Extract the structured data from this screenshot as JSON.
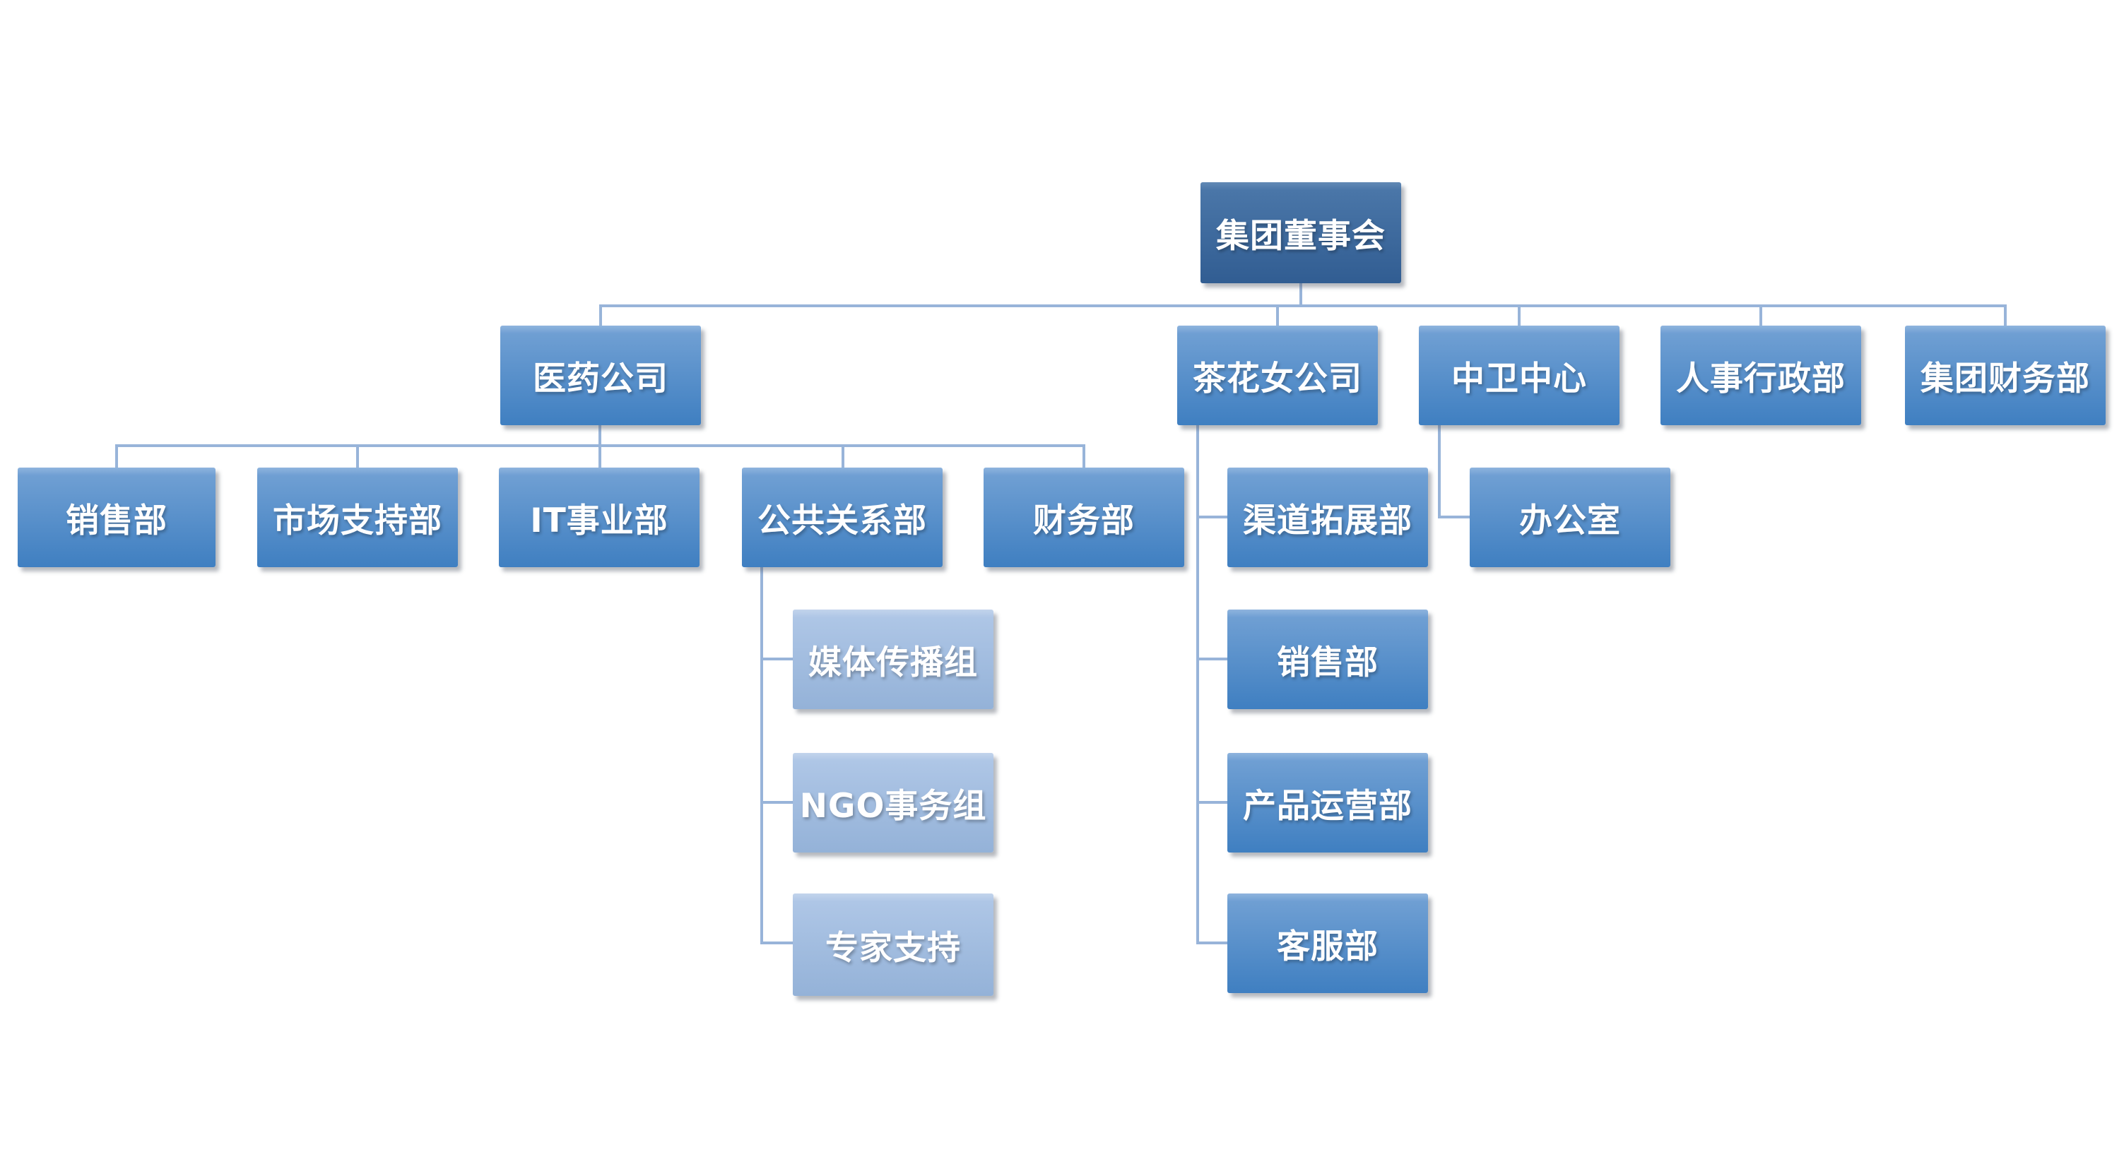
{
  "diagram": {
    "type": "org-chart",
    "background": "#ffffff",
    "connector_color": "#98b4d9",
    "text_color": "#ffffff",
    "styles": {
      "dark": {
        "edge": "#6189b5",
        "top": "#4a76a8",
        "bottom": "#315d92"
      },
      "mid": {
        "edge": "#8fb4de",
        "top": "#6f9fd3",
        "bottom": "#3f7fc1"
      },
      "light": {
        "edge": "#c3d4ec",
        "top": "#aec6e6",
        "bottom": "#94b2d8"
      }
    },
    "nodes": [
      {
        "label": "集团董事会",
        "level": 1,
        "parent": null,
        "style": "dark"
      },
      {
        "label": "医药公司",
        "level": 2,
        "parent": "集团董事会",
        "style": "mid"
      },
      {
        "label": "茶花女公司",
        "level": 2,
        "parent": "集团董事会",
        "style": "mid"
      },
      {
        "label": "中卫中心",
        "level": 2,
        "parent": "集团董事会",
        "style": "mid"
      },
      {
        "label": "人事行政部",
        "level": 2,
        "parent": "集团董事会",
        "style": "mid"
      },
      {
        "label": "集团财务部",
        "level": 2,
        "parent": "集团董事会",
        "style": "mid"
      },
      {
        "label": "销售部",
        "level": 3,
        "parent": "医药公司",
        "style": "mid"
      },
      {
        "label": "市场支持部",
        "level": 3,
        "parent": "医药公司",
        "style": "mid"
      },
      {
        "label": "IT事业部",
        "level": 3,
        "parent": "医药公司",
        "style": "mid"
      },
      {
        "label": "公共关系部",
        "level": 3,
        "parent": "医药公司",
        "style": "mid"
      },
      {
        "label": "财务部",
        "level": 3,
        "parent": "医药公司",
        "style": "mid"
      },
      {
        "label": "媒体传播组",
        "level": 4,
        "parent": "公共关系部",
        "style": "light"
      },
      {
        "label": "NGO事务组",
        "level": 4,
        "parent": "公共关系部",
        "style": "light"
      },
      {
        "label": "专家支持",
        "level": 4,
        "parent": "公共关系部",
        "style": "light"
      },
      {
        "label": "渠道拓展部",
        "level": 3,
        "parent": "茶花女公司",
        "style": "mid"
      },
      {
        "label": "销售部",
        "level": 3,
        "parent": "茶花女公司",
        "style": "mid"
      },
      {
        "label": "产品运营部",
        "level": 3,
        "parent": "茶花女公司",
        "style": "mid"
      },
      {
        "label": "客服部",
        "level": 3,
        "parent": "茶花女公司",
        "style": "mid"
      },
      {
        "label": "办公室",
        "level": 3,
        "parent": "中卫中心",
        "style": "mid"
      }
    ]
  }
}
